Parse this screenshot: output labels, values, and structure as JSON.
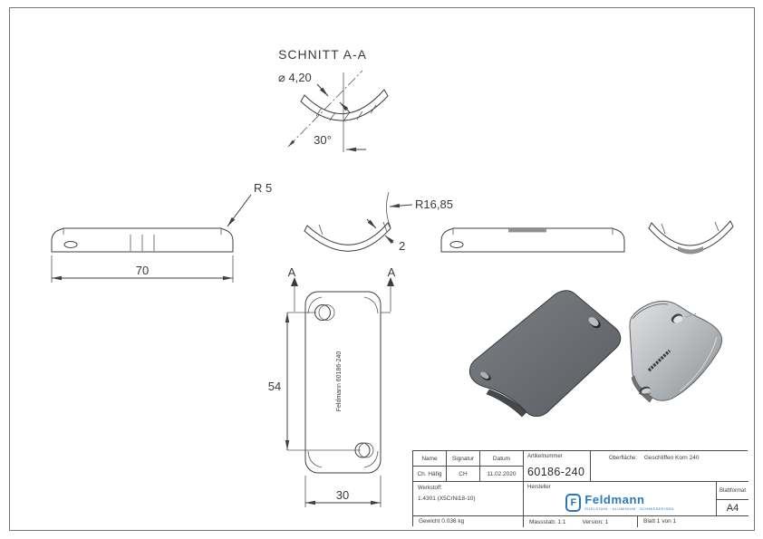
{
  "colors": {
    "line": "#3f3f3f",
    "logo_blue": "#2878bd",
    "plate_dark": "#6b6f73",
    "plate_light": "#b9bcbe"
  },
  "drawing": {
    "section_title": "SCHNITT A-A",
    "section_label": "A",
    "part_marking": "Feldmann 60186-240",
    "dims": {
      "hole_diameter": "⌀ 4,20",
      "hole_angle": "30°",
      "corner_radius": "R 5",
      "length": "70",
      "arc_radius": "R16,85",
      "thickness": "2",
      "hole_spacing": "54",
      "width": "30"
    }
  },
  "title_block": {
    "name_label": "Name",
    "name_value": "Ch. Häfig",
    "signature_label": "Signatur",
    "signature_value": "CH",
    "date_label": "Datum",
    "date_value": "11.02.2020",
    "article_label": "Artikelnummer",
    "article_number": "60186-240",
    "surface_label": "Oberfläche:",
    "surface_value": "Geschliffen Korn 240",
    "material_label": "Werkstoff:",
    "material_value": "1.4301 (X5CrNi18-10)",
    "manufacturer_label": "Hersteller",
    "logo_text": "Feldmann",
    "logo_tagline": "EDELSTAHL · ALUMINIUM · SCHMIEDEEISEN",
    "weight": "Gewicht 0.036 kg",
    "scale": "Massstab: 1:1",
    "version": "Version: 1",
    "sheet": "Blatt 1 von 1",
    "format_label": "Blattformat",
    "format_value": "A4"
  }
}
